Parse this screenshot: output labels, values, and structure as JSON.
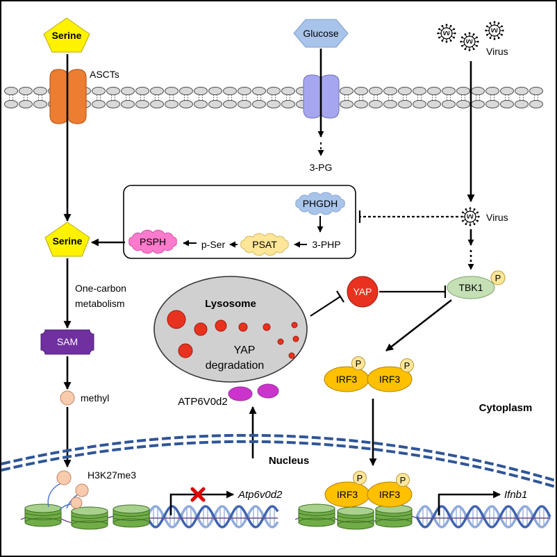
{
  "figure": {
    "inputs": {
      "serine": "Serine",
      "glucose": "Glucose",
      "virus": "Virus"
    },
    "transporter": "ASCTs",
    "serine_synthesis": {
      "metabolite_3pg": "3-PG",
      "phgdh": "PHGDH",
      "metabolite_3php": "3-PHP",
      "psat": "PSAT",
      "metabolite_pser": "p-Ser",
      "psph": "PSPH",
      "serine": "Serine"
    },
    "virus_inhibitor": "Virus",
    "signaling": {
      "yap": "YAP",
      "tbk1": "TBK1",
      "phospho": "P",
      "irf3": "IRF3"
    },
    "lysosome": {
      "title": "Lysosome",
      "process_line1": "YAP",
      "process_line2": "degradation"
    },
    "v_atpase_subunit": "ATP6V0d2",
    "one_carbon": {
      "line1": "One-carbon",
      "line2": "metabolism",
      "sam": "SAM",
      "methyl": "methyl",
      "histone_mark": "H3K27me3"
    },
    "genes": {
      "atp6v0d2": "Atp6v0d2",
      "ifnb1": "Ifnb1"
    },
    "compartments": {
      "cytoplasm": "Cytoplasm",
      "nucleus": "Nucleus"
    }
  },
  "colors": {
    "serine": "#fff200",
    "glucose": "#a9c4ea",
    "ascts": "#ed7d31",
    "glucose_transporter": "#a6a6f0",
    "phgdh": "#a9c4eb",
    "psat": "#ffe699",
    "psph": "#fb7bcd",
    "yap": "#e8321f",
    "tbk1": "#c5e0b4",
    "phospho": "#ffe699",
    "irf3": "#ffc000",
    "lysosome": "#d0d0d0",
    "atp6v0d2": "#cc33cc",
    "sam": "#7030a0",
    "methyl": "#f8cbad",
    "nucleosome": "#70ad47",
    "nuclear_envelope": "#2f5597",
    "blocked_gene": "#e00000"
  }
}
